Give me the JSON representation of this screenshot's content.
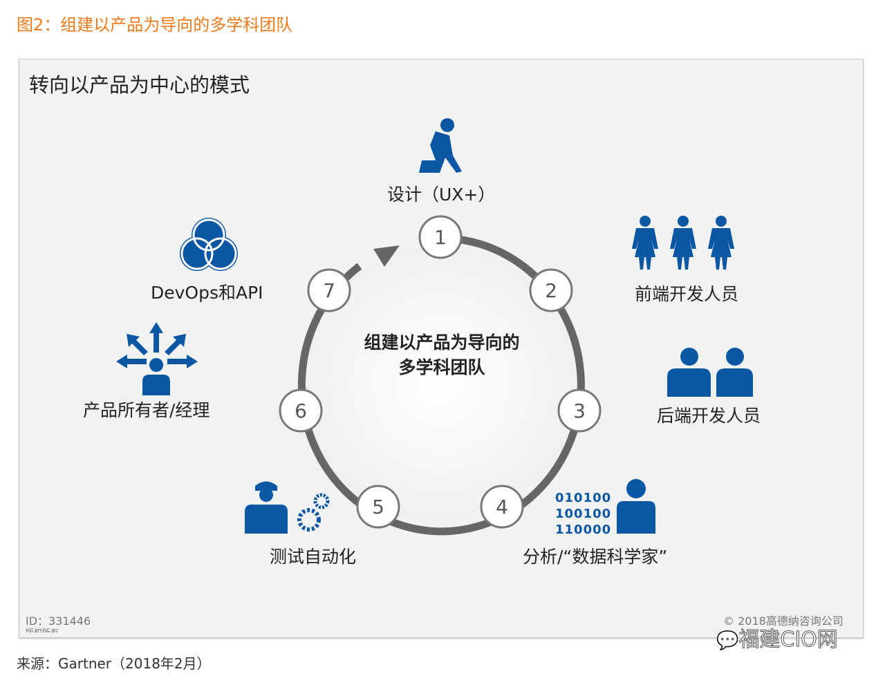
{
  "figure_title": "图2：组建以产品为导向的多学科团队",
  "panel_title": "转向以产品为中心的模式",
  "center_text": [
    "组建以产品为导向的",
    "多学科团队"
  ],
  "roles": [
    {
      "num": "1",
      "label": "设计（UX+）",
      "icon": "thinker-icon"
    },
    {
      "num": "2",
      "label": "前端开发人员",
      "icon": "three-people-icon"
    },
    {
      "num": "3",
      "label": "后端开发人员",
      "icon": "two-people-icon"
    },
    {
      "num": "4",
      "label": "分析/“数据科学家”",
      "icon": "data-person-icon"
    },
    {
      "num": "5",
      "label": "测试自动化",
      "icon": "worker-gears-icon"
    },
    {
      "num": "6",
      "label": "产品所有者/经理",
      "icon": "person-arrows-icon"
    },
    {
      "num": "7",
      "label": "DevOps和API",
      "icon": "venn-icon"
    }
  ],
  "binary": [
    "010100",
    "100100",
    "110000"
  ],
  "id_text": "ID：331446",
  "rights_text": "版权所有",
  "copyright": "© 2018高德纳咨询公司",
  "watermark": "福建CIO网",
  "source": "来源：Gartner（2018年2月）",
  "colors": {
    "accent": "#f07a1a",
    "icon_blue": "#0b57a4",
    "ring": "#666666"
  }
}
